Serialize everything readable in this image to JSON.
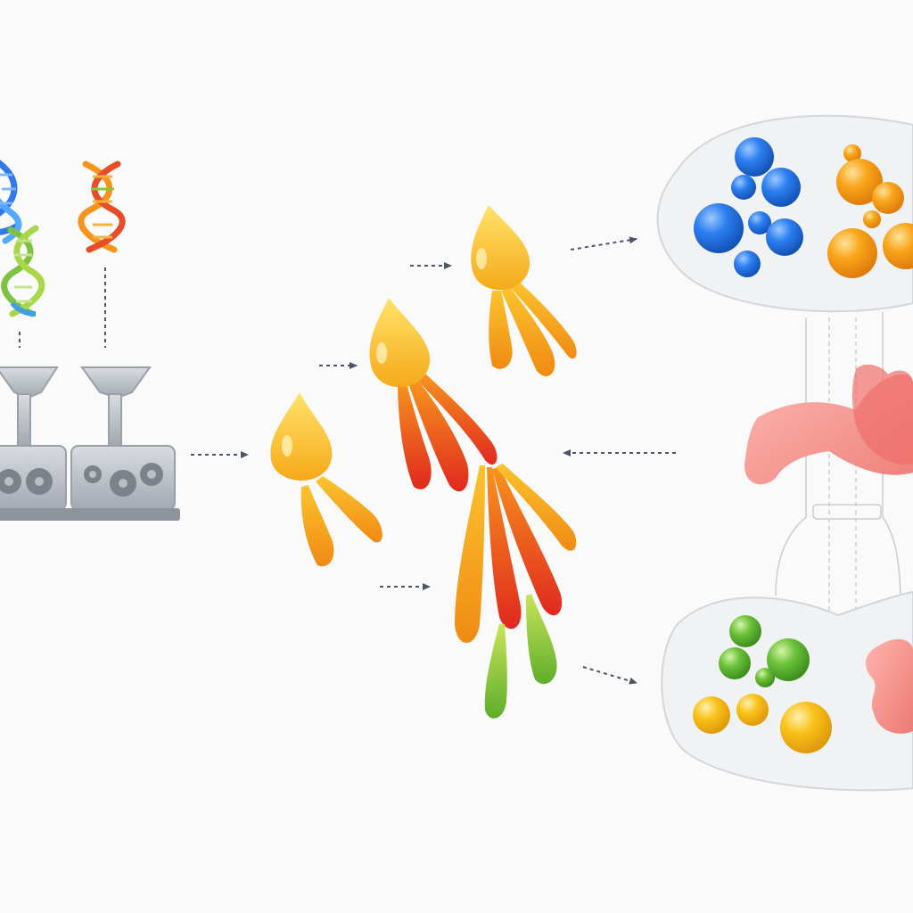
{
  "diagram": {
    "background": "#fafafa",
    "colors": {
      "dna_blue": "#3b82f6",
      "dna_green": "#8cc63f",
      "dna_orange": "#f7941d",
      "dna_red": "#e84d2a",
      "machine_gray": "#a7adb5",
      "machine_dark": "#6b7078",
      "drop_yellow": "#fcc42d",
      "drop_orange": "#f7941d",
      "drop_red": "#e8332a",
      "drop_green": "#7cc242",
      "sphere_blue": "#1f6fe0",
      "sphere_orange": "#f9a51a",
      "sphere_green": "#6cc23a",
      "sphere_yellow": "#f9b81a",
      "tissue_pink": "#f28b85",
      "compartment_fill": "#f1f2f3",
      "arrow": "#4a5666"
    },
    "components": [
      {
        "id": "dna-helix",
        "icon": "dna-double-helix",
        "count": 3
      },
      {
        "id": "production-machine",
        "icon": "funnel-and-gears",
        "count": 2
      },
      {
        "id": "droplet-cluster",
        "icon": "teardrop-with-tails",
        "count": 5
      },
      {
        "id": "upper-compartment",
        "icon": "rounded-capsule-with-spheres"
      },
      {
        "id": "lower-compartment",
        "icon": "rounded-capsule-with-spheres"
      },
      {
        "id": "organ-tissue",
        "icon": "pink-organ"
      }
    ],
    "arrows": {
      "style": "dashed",
      "count": 7
    },
    "labels": []
  }
}
